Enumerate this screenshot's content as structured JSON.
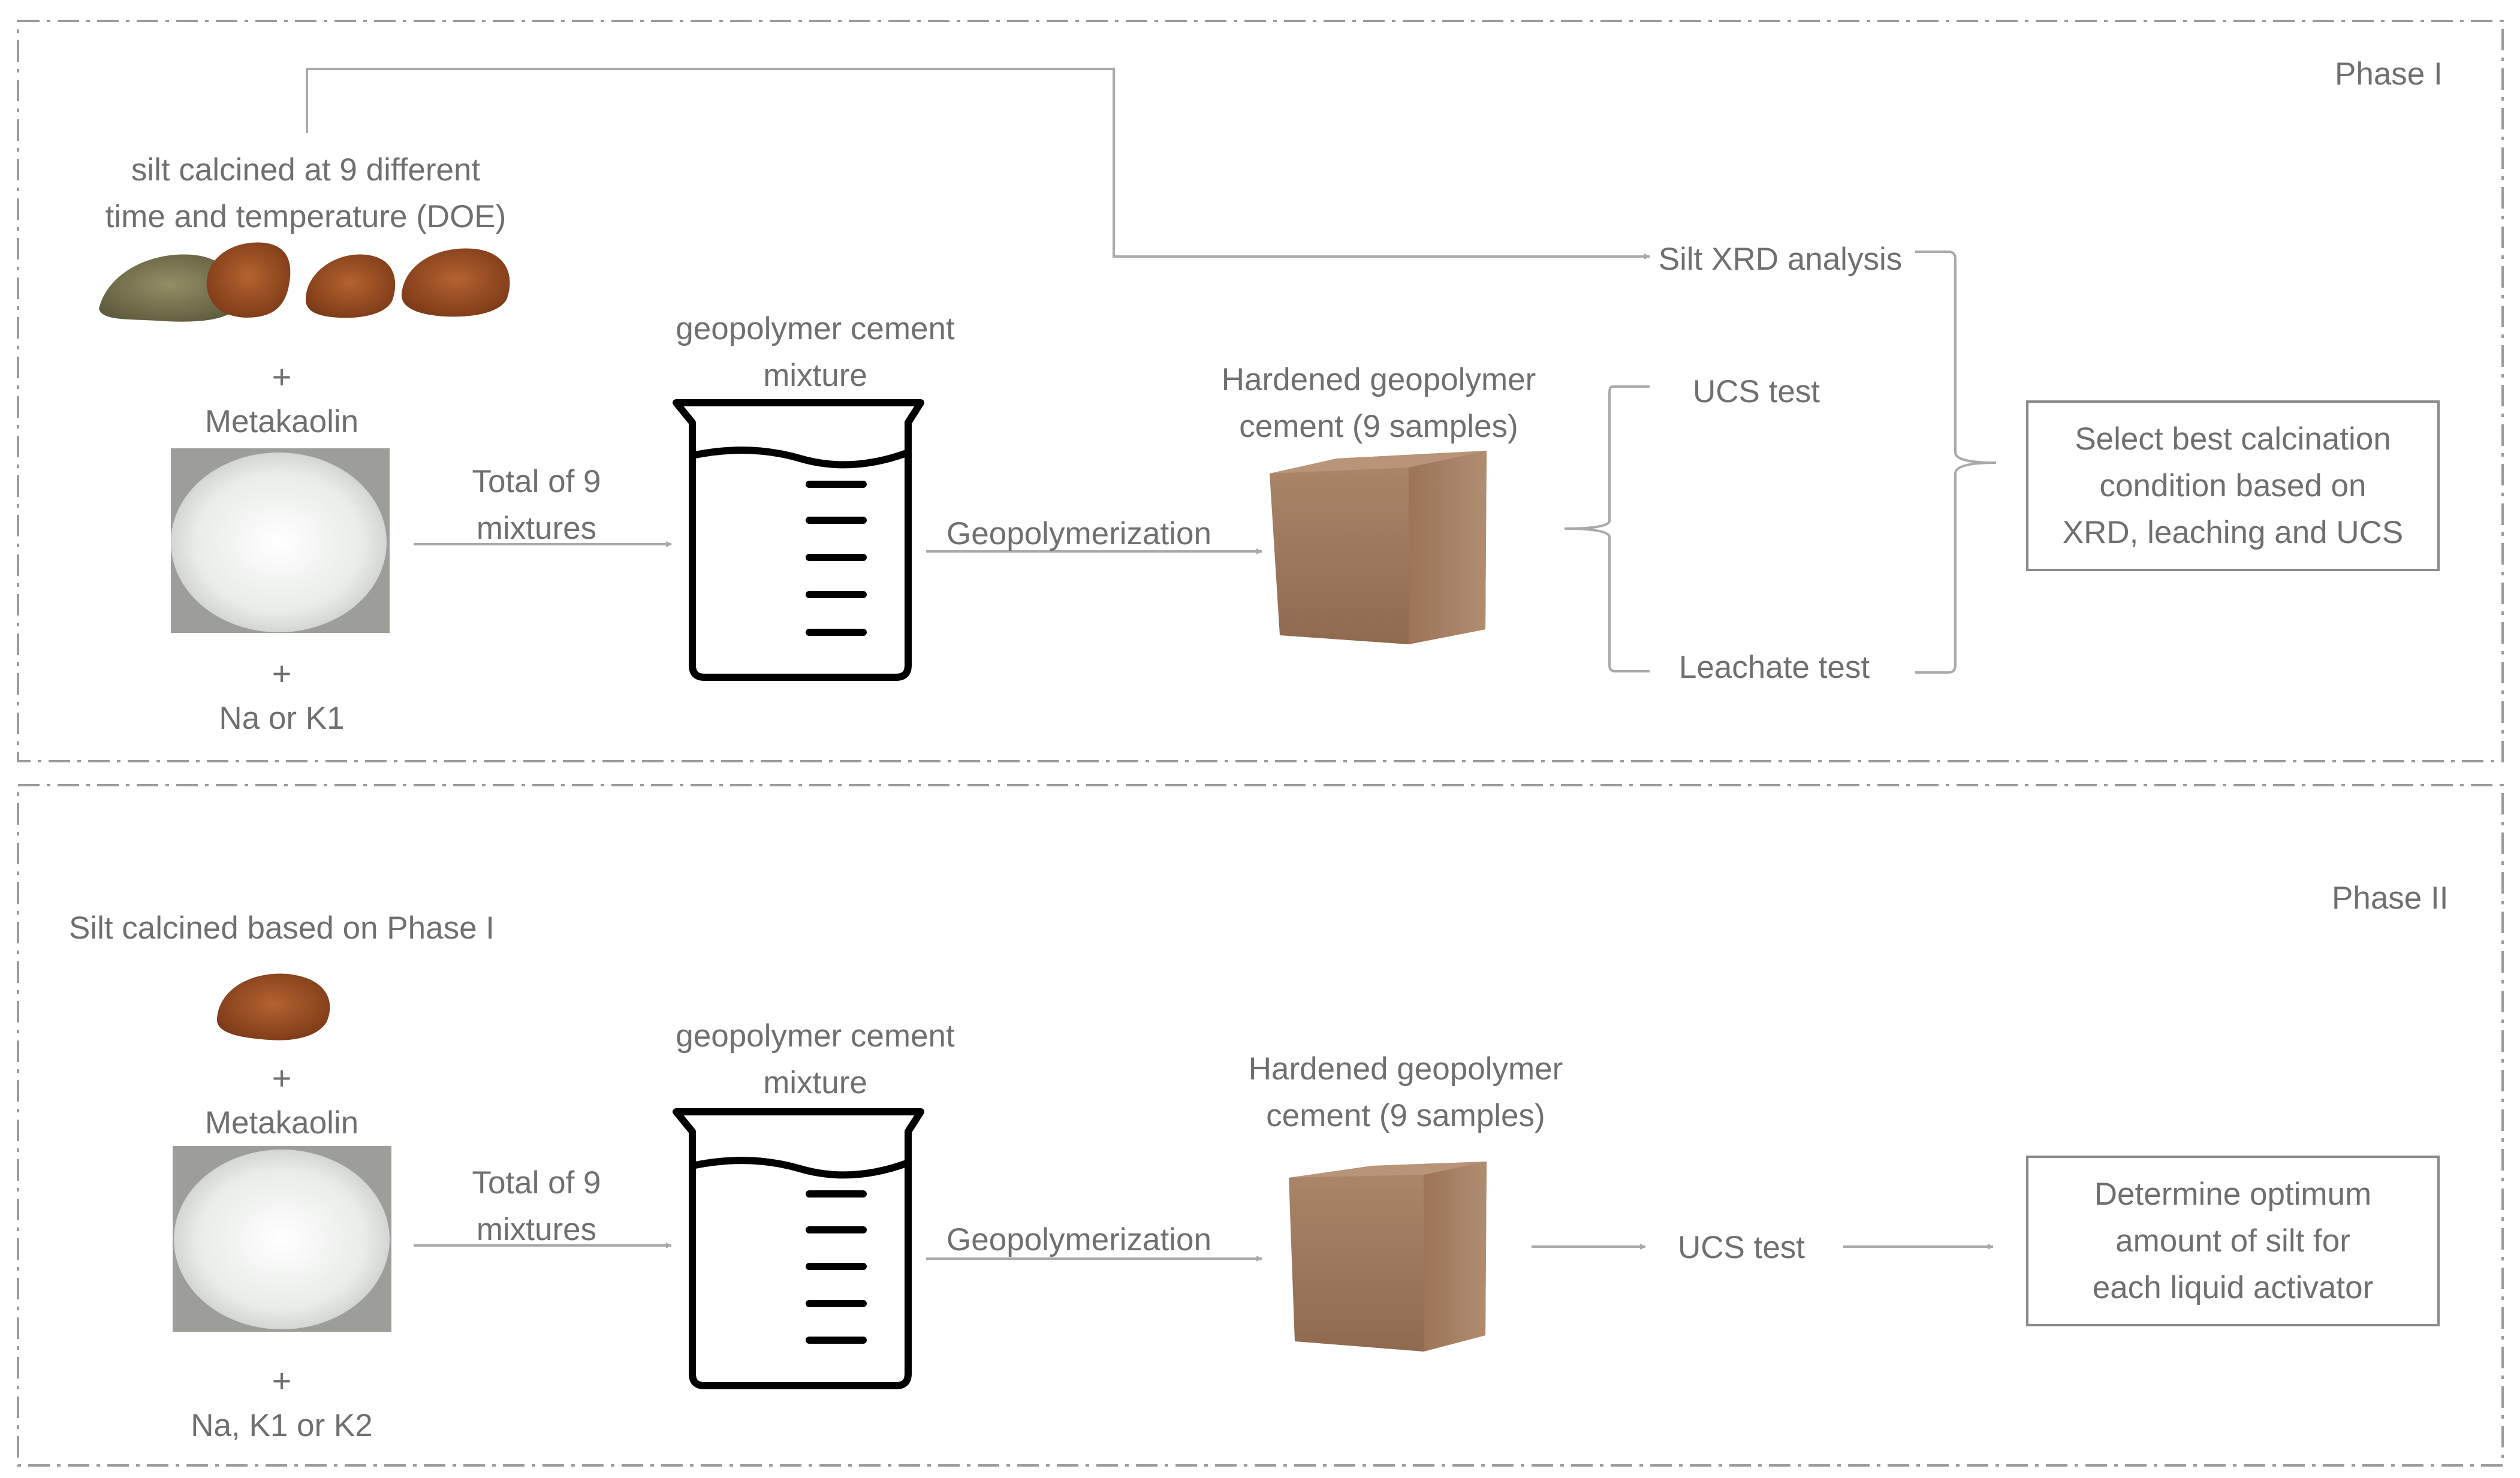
{
  "phase1": {
    "label": "Phase I",
    "silt_caption": [
      "silt calcined at 9 different",
      "time and temperature (DOE)"
    ],
    "plus_1": "+",
    "metakaolin": "Metakaolin",
    "plus_2": "+",
    "activator": "Na or K1",
    "total_mixtures": [
      "Total of 9",
      "mixtures"
    ],
    "mixture_label": [
      "geopolymer cement",
      "mixture"
    ],
    "process": "Geopolymerization",
    "hardened_label": [
      "Hardened geopolymer",
      "cement (9 samples)"
    ],
    "test_xrd": "Silt XRD analysis",
    "test_ucs": "UCS test",
    "test_leachate": "Leachate test",
    "result": [
      "Select best calcination",
      "condition based on",
      "XRD, leaching and UCS"
    ]
  },
  "phase2": {
    "label": "Phase II",
    "silt_caption": "Silt calcined based on Phase I",
    "plus_1": "+",
    "metakaolin": "Metakaolin",
    "plus_2": "+",
    "activator": "Na, K1 or K2",
    "total_mixtures": [
      "Total of 9",
      "mixtures"
    ],
    "mixture_label": [
      "geopolymer cement",
      "mixture"
    ],
    "process": "Geopolymerization",
    "hardened_label": [
      "Hardened geopolymer",
      "cement (9 samples)"
    ],
    "test_ucs": "UCS test",
    "result": [
      "Determine optimum",
      "amount of silt for",
      "each liquid activator"
    ]
  },
  "colors": {
    "line": "#a9a9a9",
    "text": "#6f6f6f",
    "silt_green": "#7f7d55",
    "silt_brown": "#9a4e26",
    "powder": "#eef0ee",
    "block": "#a17a5e"
  }
}
